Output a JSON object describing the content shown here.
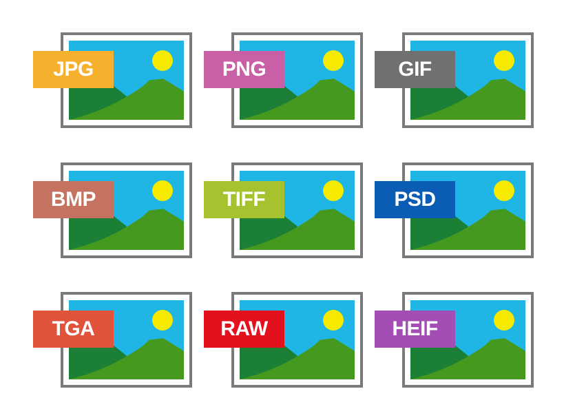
{
  "icons": [
    {
      "label": "JPG",
      "color": "#f5b12e",
      "icon": "image-file-icon"
    },
    {
      "label": "PNG",
      "color": "#c95fa4",
      "icon": "image-file-icon"
    },
    {
      "label": "GIF",
      "color": "#707070",
      "icon": "image-file-icon"
    },
    {
      "label": "BMP",
      "color": "#c57261",
      "icon": "image-file-icon"
    },
    {
      "label": "TIFF",
      "color": "#a6c32f",
      "icon": "image-file-icon"
    },
    {
      "label": "PSD",
      "color": "#0a5cb5",
      "icon": "image-file-icon"
    },
    {
      "label": "TGA",
      "color": "#e2533b",
      "icon": "image-file-icon"
    },
    {
      "label": "RAW",
      "color": "#e3101d",
      "icon": "image-file-icon"
    },
    {
      "label": "HEIF",
      "color": "#a44eb5",
      "icon": "image-file-icon"
    }
  ],
  "colors": {
    "frame": "#7a7a7a",
    "sky": "#1fb6e6",
    "sun": "#f5ea00",
    "mountain_dark": "#1b7f35",
    "mountain_light": "#45991f"
  }
}
